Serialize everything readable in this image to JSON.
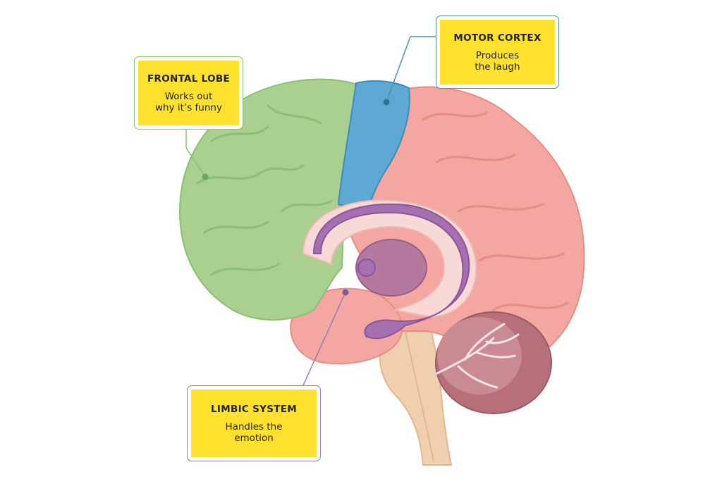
{
  "labels": {
    "frontal": {
      "title": "FRONTAL LOBE",
      "line1": "Works out",
      "line2": "why it’s funny",
      "color": "#8CBF73"
    },
    "motor": {
      "title": "MOTOR CORTEX",
      "line1": "Produces",
      "line2": "the laugh",
      "color": "#4F8FB0"
    },
    "limbic": {
      "title": "LIMBIC SYSTEM",
      "line1": "Handles the",
      "line2": "emotion",
      "color": "#9B7BB3"
    }
  },
  "colors": {
    "frontal_lobe": "#A9D08E",
    "motor_cortex": "#5DA9D3",
    "brain_body": "#F4A6A0",
    "limbic": "#A66FB0",
    "callout_fill": "#FFE12E",
    "brainstem": "#F0CFAE",
    "cerebellum": "#B7707A"
  }
}
